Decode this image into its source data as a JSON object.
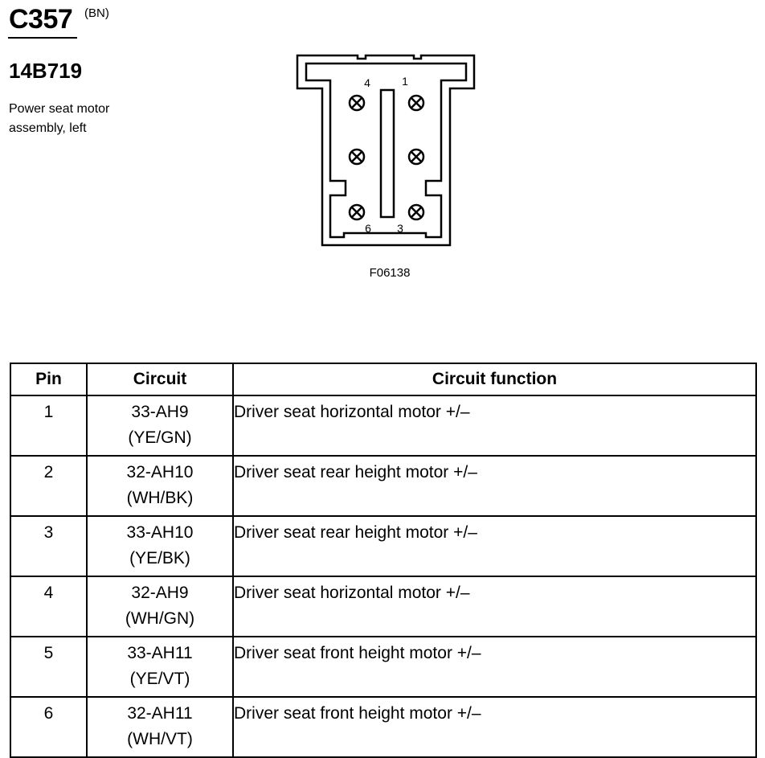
{
  "header": {
    "connector_id": "C357",
    "connector_color": "(BN)",
    "part_number": "14B719",
    "description_line1": "Power seat motor",
    "description_line2": "assembly, left"
  },
  "connector_diagram": {
    "pin_labels": {
      "top_left": "4",
      "top_right": "1",
      "bottom_left": "6",
      "bottom_right": "3"
    },
    "figure_id": "F06138"
  },
  "table": {
    "headers": {
      "pin": "Pin",
      "circuit": "Circuit",
      "function": "Circuit function"
    },
    "rows": [
      {
        "pin": "1",
        "circuit": "33-AH9",
        "color": "(YE/GN)",
        "function": "Driver seat horizontal motor +/–"
      },
      {
        "pin": "2",
        "circuit": "32-AH10",
        "color": "(WH/BK)",
        "function": "Driver seat rear height motor +/–"
      },
      {
        "pin": "3",
        "circuit": "33-AH10",
        "color": "(YE/BK)",
        "function": "Driver seat rear height motor +/–"
      },
      {
        "pin": "4",
        "circuit": "32-AH9",
        "color": "(WH/GN)",
        "function": "Driver seat horizontal motor +/–"
      },
      {
        "pin": "5",
        "circuit": "33-AH11",
        "color": "(YE/VT)",
        "function": "Driver seat front height motor +/–"
      },
      {
        "pin": "6",
        "circuit": "32-AH11",
        "color": "(WH/VT)",
        "function": "Driver seat front height motor +/–"
      }
    ]
  }
}
